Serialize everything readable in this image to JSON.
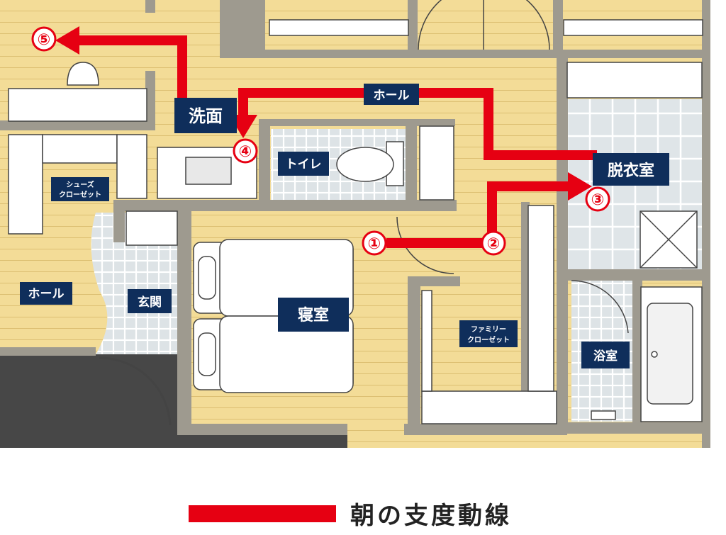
{
  "colors": {
    "wall": "#9e9a8f",
    "wood": "#f3dc97",
    "tile": "#dde3e6",
    "label_bg": "#0f2e5b",
    "route": "#e60012",
    "floor_dark": "#474747"
  },
  "rooms": {
    "hall_top": "ホール",
    "washroom": "洗面",
    "toilet": "トイレ",
    "dressing": "脱衣室",
    "shoes_closet_1": "シューズ",
    "shoes_closet_2": "クローゼット",
    "hall_left": "ホール",
    "entrance": "玄関",
    "bedroom": "寝室",
    "family_closet_1": "ファミリー",
    "family_closet_2": "クローゼット",
    "bath": "浴室"
  },
  "route_markers": [
    "①",
    "②",
    "③",
    "④",
    "⑤"
  ],
  "legend": {
    "label": "朝の支度動線"
  }
}
